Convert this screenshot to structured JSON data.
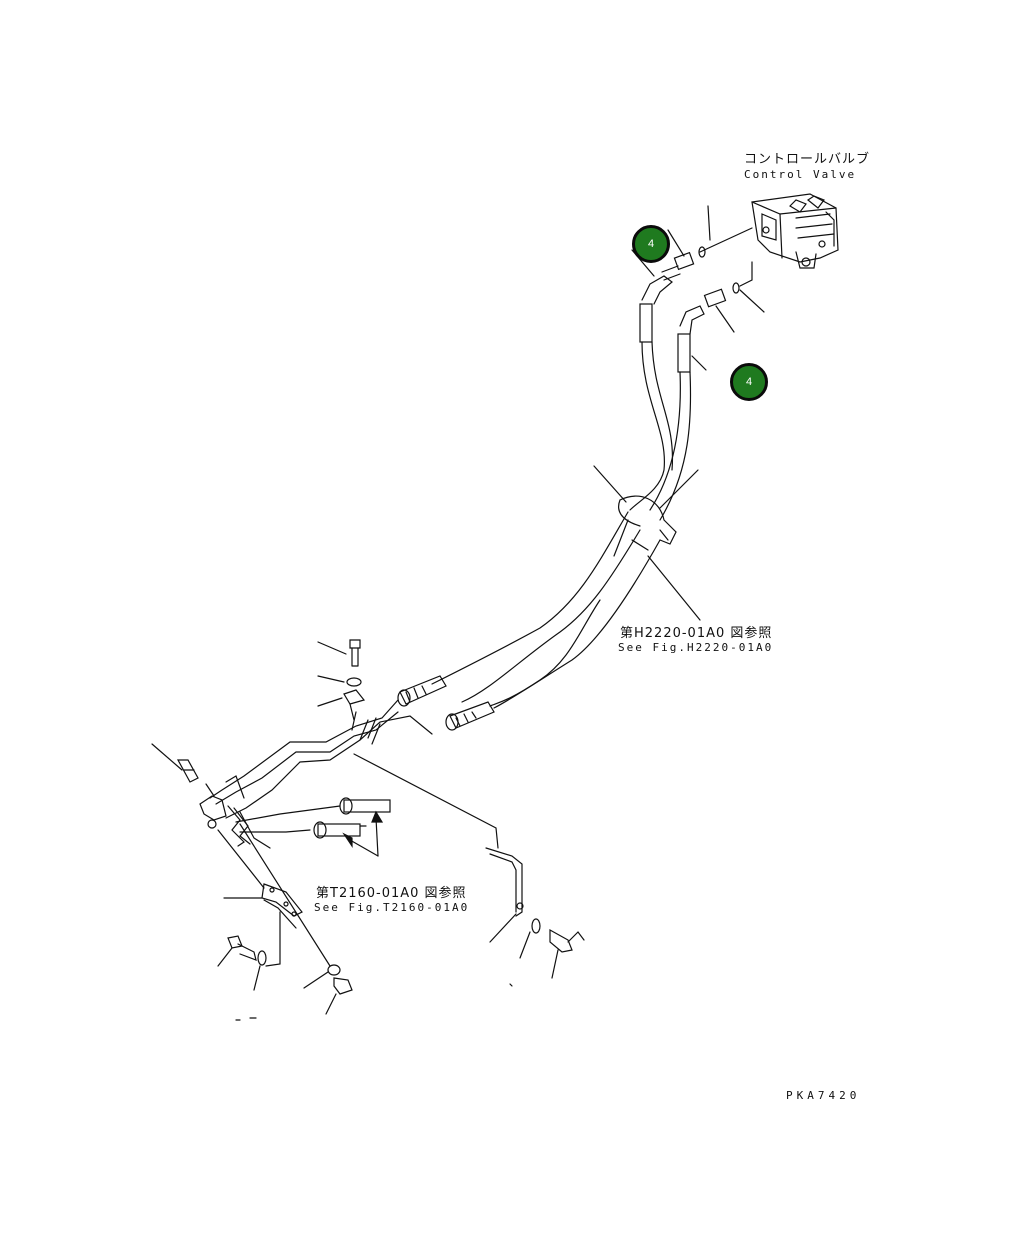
{
  "labels": {
    "control_valve_jp": "コントロールバルブ",
    "control_valve_en": "Control Valve",
    "ref1_jp": "第H2220-01A0 図参照",
    "ref1_en": "See Fig.H2220-01A0",
    "ref2_jp": "第T2160-01A0 図参照",
    "ref2_en": "See Fig.T2160-01A0",
    "drawing_id": "PKA7420"
  },
  "markers": [
    {
      "number": "4",
      "color": "#1f7a1f"
    },
    {
      "number": "4",
      "color": "#1f7a1f"
    }
  ]
}
